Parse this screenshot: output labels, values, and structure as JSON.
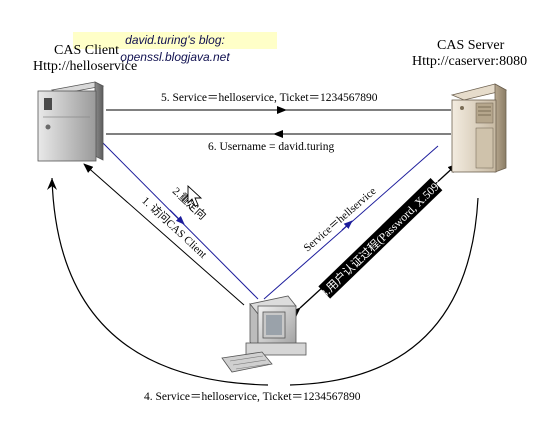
{
  "watermark": "david.turing's blog: openssl.blogjava.net",
  "client": {
    "title": "CAS Client",
    "url": "Http://helloservice"
  },
  "server": {
    "title": "CAS Server",
    "url": "Http://caserver:8080"
  },
  "messages": {
    "step5": "5. Service＝helloservice,   Ticket＝1234567890",
    "step6": "6. Username = david.turing",
    "step1": "1. 访问CAS Client",
    "step2": "2.重定向",
    "service_param": "Service＝hellservice",
    "step3": "3.用户认证过程(Password, X.509)",
    "step4": "4. Service＝helloservice,   Ticket＝1234567890"
  },
  "colors": {
    "redirect_line": "#1c1c9c",
    "auth_banner": "#000000",
    "auth_text": "#ffffff"
  }
}
